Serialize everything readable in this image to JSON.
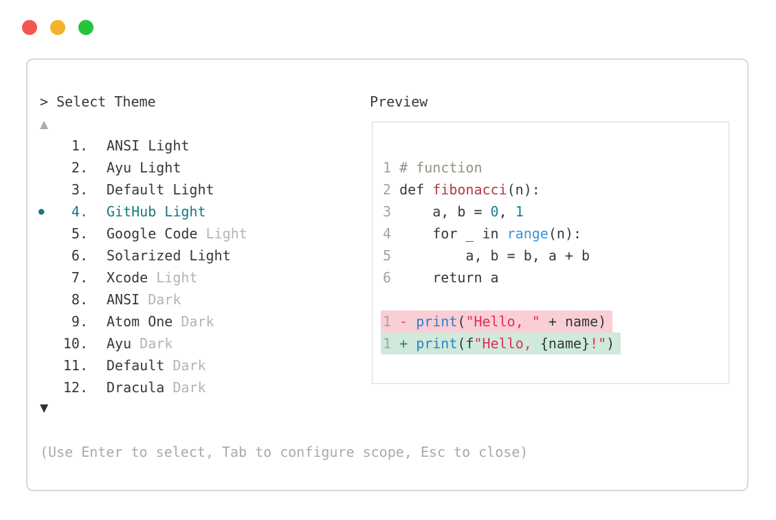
{
  "window_controls": {
    "close_color": "#f4574f",
    "minimize_color": "#f2b32d",
    "zoom_color": "#27c33d"
  },
  "header": {
    "prompt": "> Select Theme",
    "preview_label": "Preview"
  },
  "scroll_indicators": {
    "up_glyph": "▲",
    "down_glyph": "▼"
  },
  "theme_list": {
    "selected_bullet": "●",
    "items": [
      {
        "number": " 1.",
        "name": "ANSI Light",
        "suffix": "",
        "suffix_gray": false,
        "selected": false
      },
      {
        "number": " 2.",
        "name": "Ayu Light",
        "suffix": "",
        "suffix_gray": false,
        "selected": false
      },
      {
        "number": " 3.",
        "name": "Default Light",
        "suffix": "",
        "suffix_gray": false,
        "selected": false
      },
      {
        "number": " 4.",
        "name": "GitHub Light",
        "suffix": "",
        "suffix_gray": false,
        "selected": true
      },
      {
        "number": " 5.",
        "name": "Google Code ",
        "suffix": "Light",
        "suffix_gray": true,
        "selected": false
      },
      {
        "number": " 6.",
        "name": "Solarized Light",
        "suffix": "",
        "suffix_gray": false,
        "selected": false
      },
      {
        "number": " 7.",
        "name": "Xcode ",
        "suffix": "Light",
        "suffix_gray": true,
        "selected": false
      },
      {
        "number": " 8.",
        "name": "ANSI ",
        "suffix": "Dark",
        "suffix_gray": true,
        "selected": false
      },
      {
        "number": " 9.",
        "name": "Atom One ",
        "suffix": "Dark",
        "suffix_gray": true,
        "selected": false
      },
      {
        "number": "10.",
        "name": "Ayu ",
        "suffix": "Dark",
        "suffix_gray": true,
        "selected": false
      },
      {
        "number": "11.",
        "name": "Default ",
        "suffix": "Dark",
        "suffix_gray": true,
        "selected": false
      },
      {
        "number": "12.",
        "name": "Dracula ",
        "suffix": "Dark",
        "suffix_gray": true,
        "selected": false
      }
    ]
  },
  "preview": {
    "code_lines": [
      {
        "no": "1",
        "tokens": [
          {
            "t": "# function",
            "c": "comment"
          }
        ]
      },
      {
        "no": "2",
        "tokens": [
          {
            "t": "def ",
            "c": "plain"
          },
          {
            "t": "fibonacci",
            "c": "func"
          },
          {
            "t": "(n):",
            "c": "plain"
          }
        ]
      },
      {
        "no": "3",
        "tokens": [
          {
            "t": "    a, b = ",
            "c": "plain"
          },
          {
            "t": "0",
            "c": "num"
          },
          {
            "t": ", ",
            "c": "plain"
          },
          {
            "t": "1",
            "c": "num"
          }
        ]
      },
      {
        "no": "4",
        "tokens": [
          {
            "t": "    for _ in ",
            "c": "plain"
          },
          {
            "t": "range",
            "c": "lblue"
          },
          {
            "t": "(n):",
            "c": "plain"
          }
        ]
      },
      {
        "no": "5",
        "tokens": [
          {
            "t": "        a, b = b, a + b",
            "c": "plain"
          }
        ]
      },
      {
        "no": "6",
        "tokens": [
          {
            "t": "    return a",
            "c": "plain"
          }
        ]
      }
    ],
    "diff_lines": [
      {
        "no": "1",
        "kind": "del",
        "tokens": [
          {
            "t": "- ",
            "c": "del-sign"
          },
          {
            "t": "print",
            "c": "blue"
          },
          {
            "t": "(",
            "c": "plain"
          },
          {
            "t": "\"Hello, \"",
            "c": "string"
          },
          {
            "t": " + name)",
            "c": "plain"
          }
        ]
      },
      {
        "no": "1",
        "kind": "add",
        "tokens": [
          {
            "t": "+ ",
            "c": "add-sign"
          },
          {
            "t": "print",
            "c": "blue"
          },
          {
            "t": "(f",
            "c": "plain"
          },
          {
            "t": "\"Hello, ",
            "c": "string"
          },
          {
            "t": "{name}",
            "c": "plain"
          },
          {
            "t": "!\"",
            "c": "string"
          },
          {
            "t": ")",
            "c": "plain"
          }
        ]
      }
    ]
  },
  "footer": {
    "hint": "(Use Enter to select, Tab to configure scope, Esc to close)"
  },
  "colors": {
    "text_dark": "#33383d",
    "text_gray": "#a7aaae",
    "suffix_gray": "#b1b4b7",
    "accent_teal": "#17797e",
    "comment": "#8e9480",
    "function_red": "#b13741",
    "number_teal": "#13808c",
    "builtin_blue": "#3a97d7",
    "print_blue": "#2b81c5",
    "string_crimson": "#e22e56",
    "diff_del_bg": "#f9ced5",
    "diff_add_bg": "#cfe9db",
    "border": "#d6d8da"
  }
}
